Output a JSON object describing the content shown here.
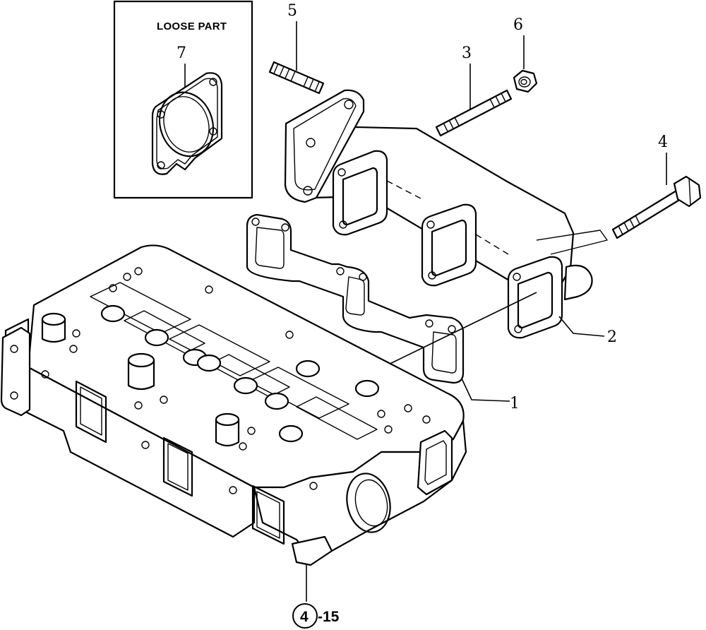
{
  "loose_part": {
    "label": "LOOSE PART",
    "number": "7"
  },
  "callouts": {
    "c1": "1",
    "c2": "2",
    "c3": "3",
    "c4": "4",
    "c5": "5",
    "c6": "6"
  },
  "reference": {
    "circled": "4",
    "suffix": "-15"
  }
}
